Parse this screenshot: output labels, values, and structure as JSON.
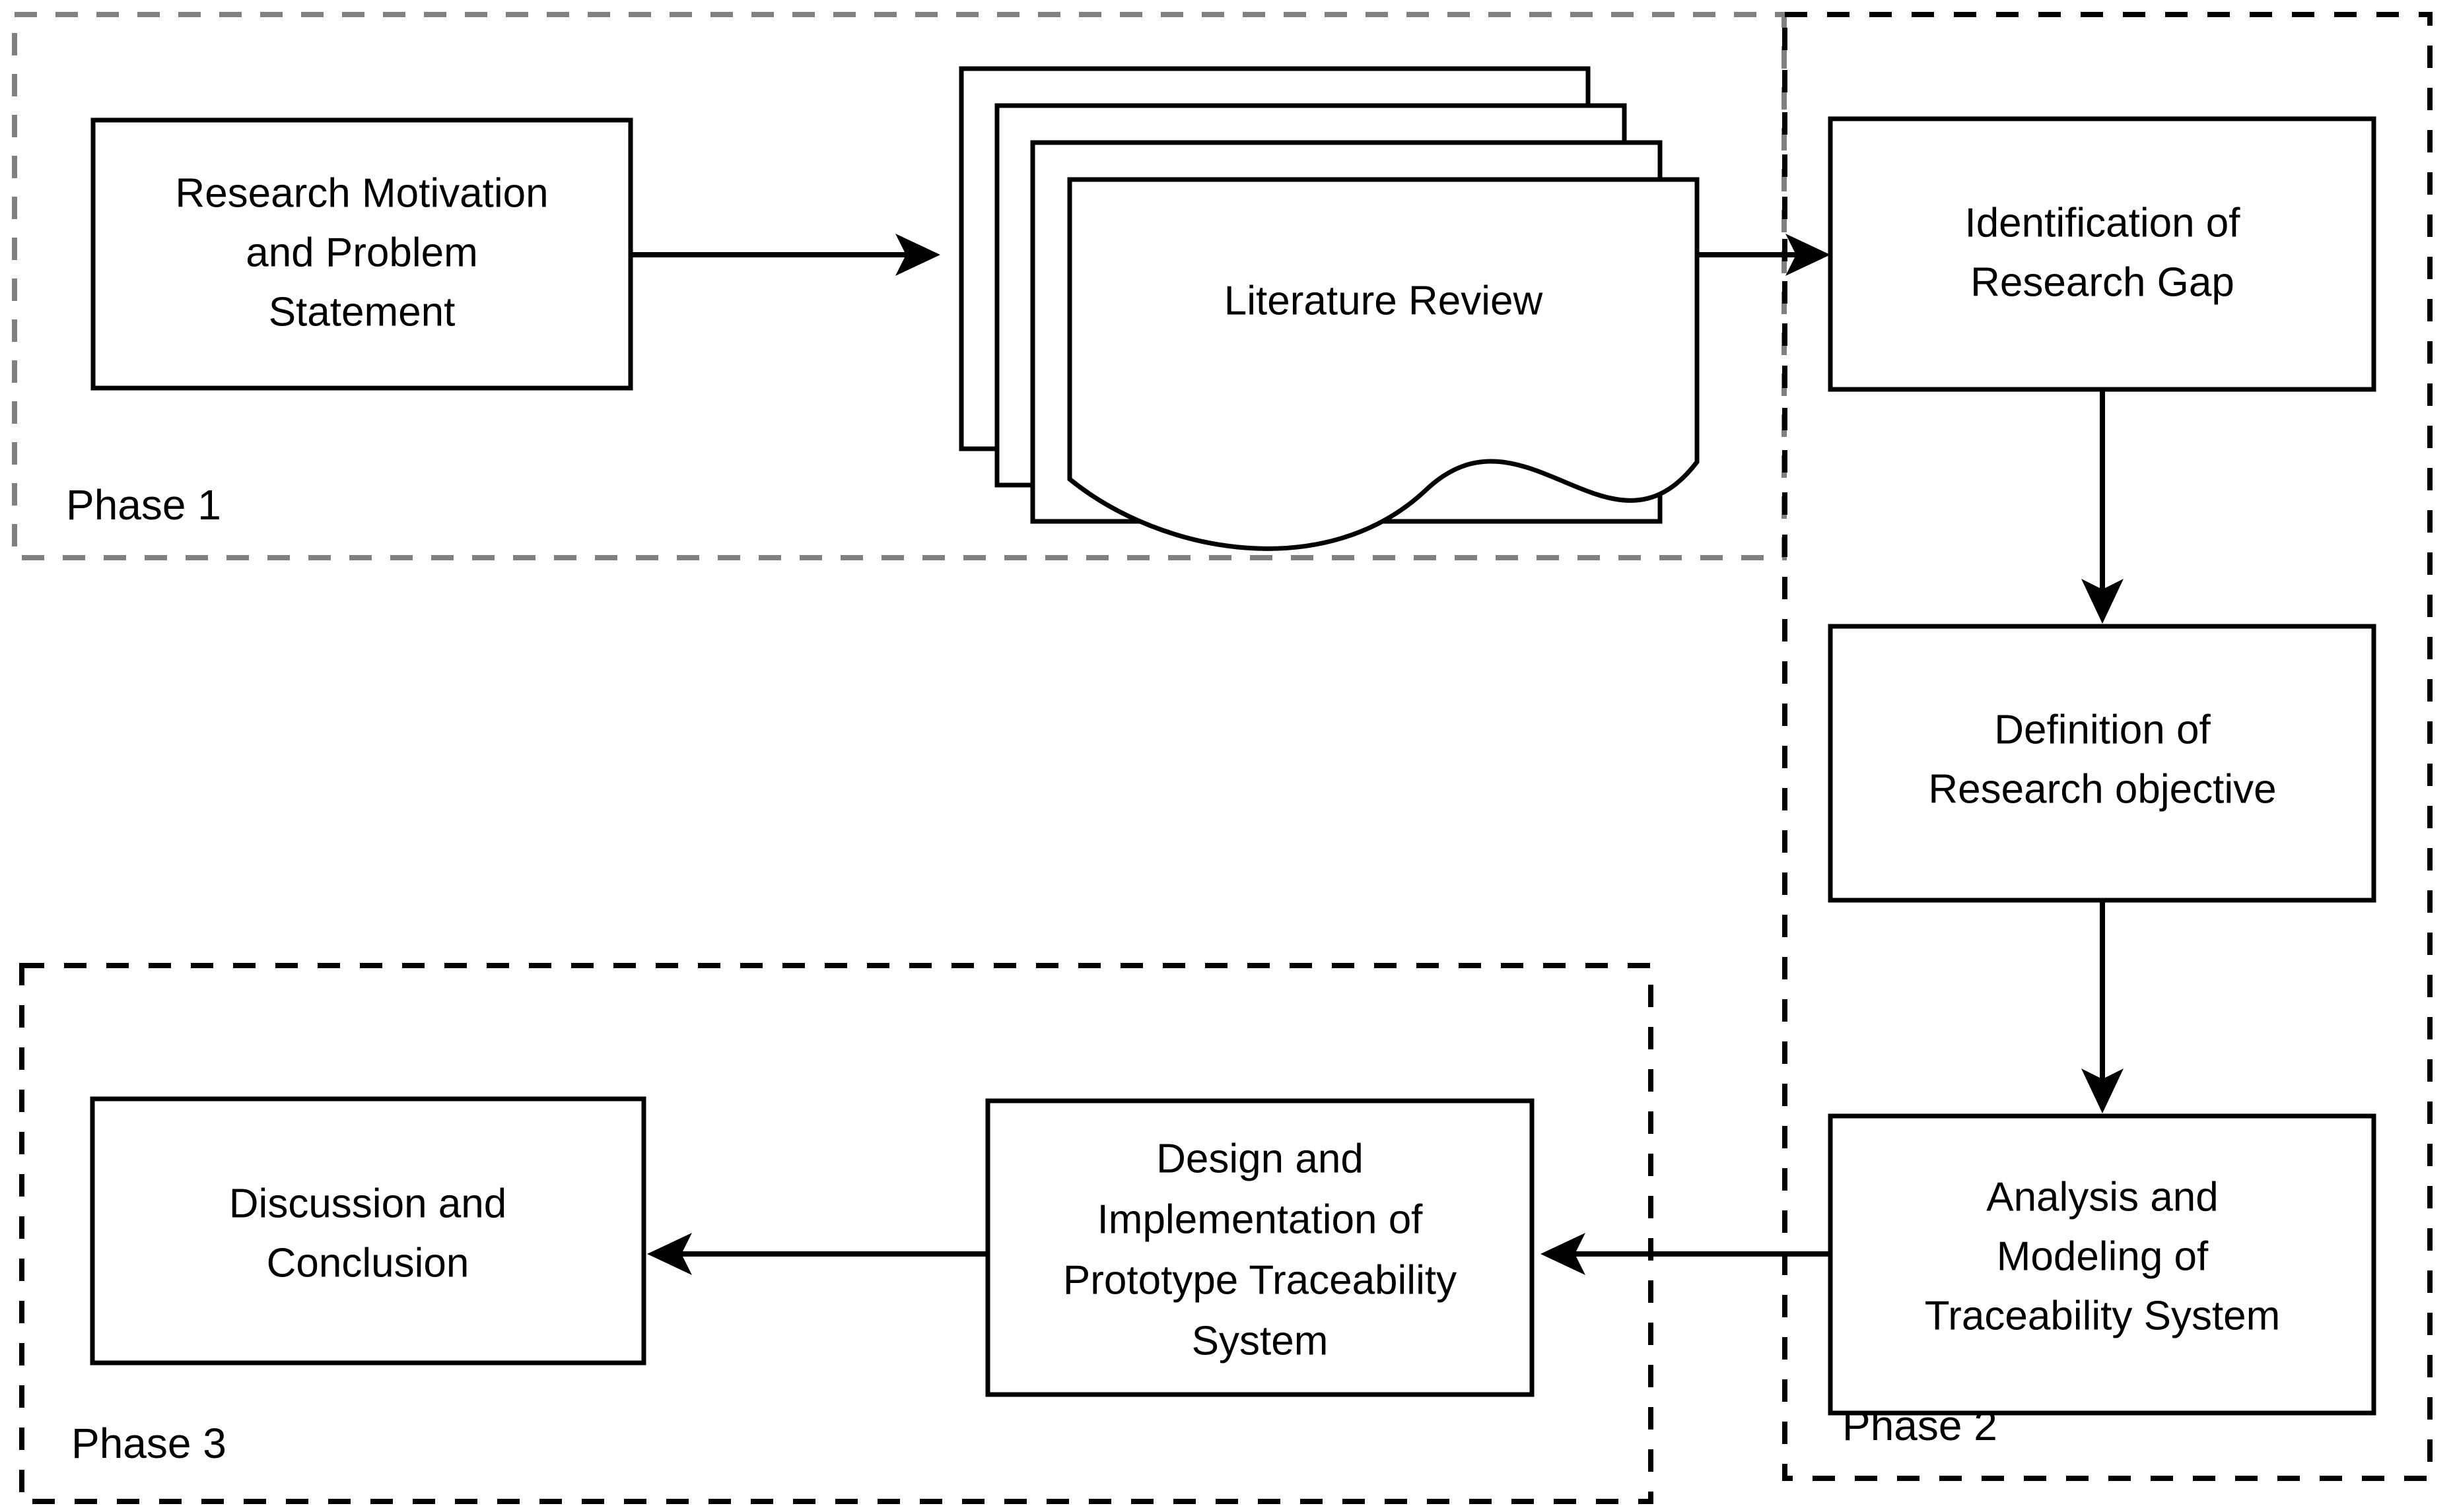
{
  "diagram": {
    "title": "Research Methodology Flowchart",
    "phases": [
      {
        "id": "phase-1",
        "label": "Phase 1",
        "border_style": "dashed",
        "border_color": "#808080"
      },
      {
        "id": "phase-2",
        "label": "Phase 2",
        "border_style": "dashed",
        "border_color": "#000000"
      },
      {
        "id": "phase-3",
        "label": "Phase 3",
        "border_style": "dashed",
        "border_color": "#000000"
      }
    ],
    "nodes": [
      {
        "id": "research-motivation",
        "shape": "rectangle",
        "phase": "phase-1",
        "lines": [
          "Research Motivation",
          "and Problem",
          "Statement"
        ]
      },
      {
        "id": "literature-review",
        "shape": "multi-document",
        "phase": "phase-1",
        "stack_count": 4,
        "lines": [
          "Literature Review"
        ]
      },
      {
        "id": "identification-research-gap",
        "shape": "rectangle",
        "phase": "phase-2",
        "lines": [
          "Identification of",
          "Research Gap"
        ]
      },
      {
        "id": "definition-research-objective",
        "shape": "rectangle",
        "phase": "phase-2",
        "lines": [
          "Definition of",
          "Research objective"
        ]
      },
      {
        "id": "analysis-modeling-traceability",
        "shape": "rectangle",
        "phase": "phase-2",
        "lines": [
          "Analysis and",
          "Modeling of",
          "Traceability System"
        ]
      },
      {
        "id": "design-implementation-prototype",
        "shape": "rectangle",
        "phase": "phase-3",
        "lines": [
          "Design and",
          "Implementation of",
          "Prototype Traceability",
          "System"
        ]
      },
      {
        "id": "discussion-conclusion",
        "shape": "rectangle",
        "phase": "phase-3",
        "lines": [
          "Discussion and",
          "Conclusion"
        ]
      }
    ],
    "edges": [
      {
        "id": "edge-motivation-to-literature",
        "from": "research-motivation",
        "to": "literature-review",
        "direction": "right"
      },
      {
        "id": "edge-literature-to-gap",
        "from": "literature-review",
        "to": "identification-research-gap",
        "direction": "right"
      },
      {
        "id": "edge-gap-to-objective",
        "from": "identification-research-gap",
        "to": "definition-research-objective",
        "direction": "down"
      },
      {
        "id": "edge-objective-to-analysis",
        "from": "definition-research-objective",
        "to": "analysis-modeling-traceability",
        "direction": "down"
      },
      {
        "id": "edge-analysis-to-design",
        "from": "analysis-modeling-traceability",
        "to": "design-implementation-prototype",
        "direction": "left"
      },
      {
        "id": "edge-design-to-discussion",
        "from": "design-implementation-prototype",
        "to": "discussion-conclusion",
        "direction": "left"
      }
    ]
  },
  "labels": {
    "n1_l1": "Research Motivation",
    "n1_l2": "and Problem",
    "n1_l3": "Statement",
    "n2_l1": "Literature Review",
    "n3_l1": "Identification of",
    "n3_l2": "Research Gap",
    "n4_l1": "Definition of",
    "n4_l2": "Research objective",
    "n5_l1": "Analysis and",
    "n5_l2": "Modeling of",
    "n5_l3": "Traceability System",
    "n6_l1": "Design and",
    "n6_l2": "Implementation of",
    "n6_l3": "Prototype Traceability",
    "n6_l4": "System",
    "n7_l1": "Discussion and",
    "n7_l2": "Conclusion",
    "phase1": "Phase 1",
    "phase2": "Phase 2",
    "phase3": "Phase 3"
  }
}
